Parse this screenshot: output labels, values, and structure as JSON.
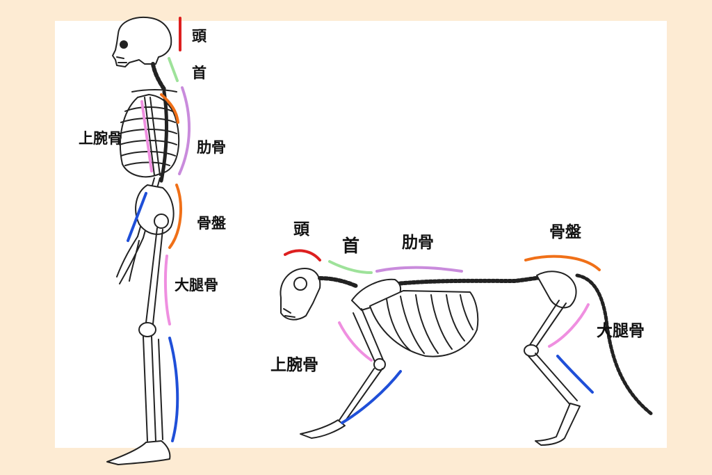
{
  "colors": {
    "background": "#fdebd3",
    "panel": "#ffffff",
    "head": "#dd1f1f",
    "neck": "#9ee29a",
    "ribs": "#c98bdc",
    "upper_arm": "#ef8fe0",
    "pelvis": "#f07018",
    "femur": "#ef8fe0",
    "lower_leg": "#1f4fd8",
    "outline": "#222222"
  },
  "human": {
    "head_label": "頭",
    "neck_label": "首",
    "upper_arm_label": "上腕骨",
    "ribs_label": "肋骨",
    "pelvis_label": "骨盤",
    "femur_label": "大腿骨"
  },
  "cat": {
    "head_label": "頭",
    "neck_label": "首",
    "ribs_label": "肋骨",
    "pelvis_label": "骨盤",
    "upper_arm_label": "上腕骨",
    "femur_label": "大腿骨"
  },
  "icons": {
    "human_skeleton": "human-skeleton-side-view-icon",
    "cat_skeleton": "cat-skeleton-side-view-icon"
  }
}
